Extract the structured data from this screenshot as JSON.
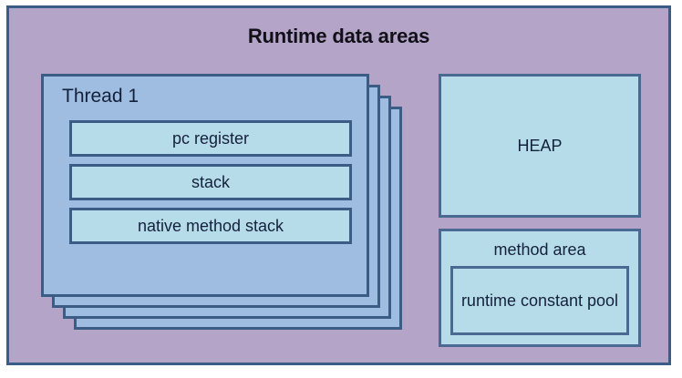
{
  "diagram": {
    "title": "Runtime data areas",
    "background_color": "#b3a4c8",
    "border_color": "#3b5c84"
  },
  "thread_stack": {
    "card_count": 4,
    "card_color": "#9fbde0",
    "label": "Thread 1",
    "slots": [
      {
        "label": "pc register"
      },
      {
        "label": "stack"
      },
      {
        "label": "native method stack"
      }
    ]
  },
  "memory": {
    "heap": {
      "label": "HEAP",
      "color": "#b6dcea"
    },
    "method_area": {
      "label": "method area",
      "color": "#b6dcea",
      "constant_pool": {
        "label": "runtime constant pool"
      }
    }
  }
}
